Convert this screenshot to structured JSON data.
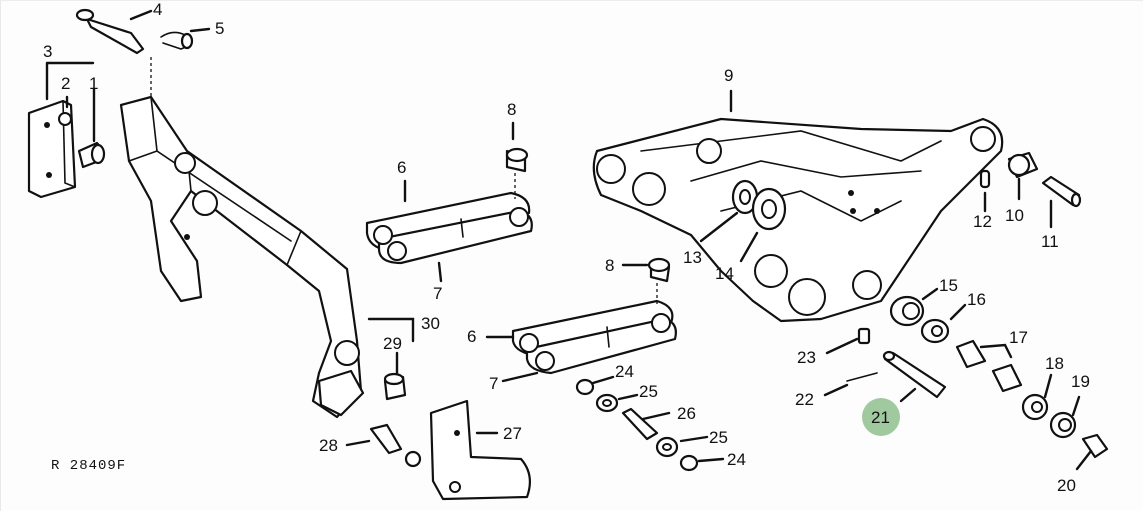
{
  "figure_code": "R 28409F",
  "highlight_callout": "21",
  "highlight_color": "#8fbf8f",
  "callouts": [
    "1",
    "2",
    "3",
    "4",
    "5",
    "6",
    "6",
    "7",
    "7",
    "8",
    "8",
    "9",
    "10",
    "11",
    "12",
    "13",
    "14",
    "15",
    "16",
    "17",
    "18",
    "19",
    "20",
    "21",
    "22",
    "23",
    "24",
    "24",
    "25",
    "25",
    "26",
    "27",
    "28",
    "29",
    "30"
  ]
}
